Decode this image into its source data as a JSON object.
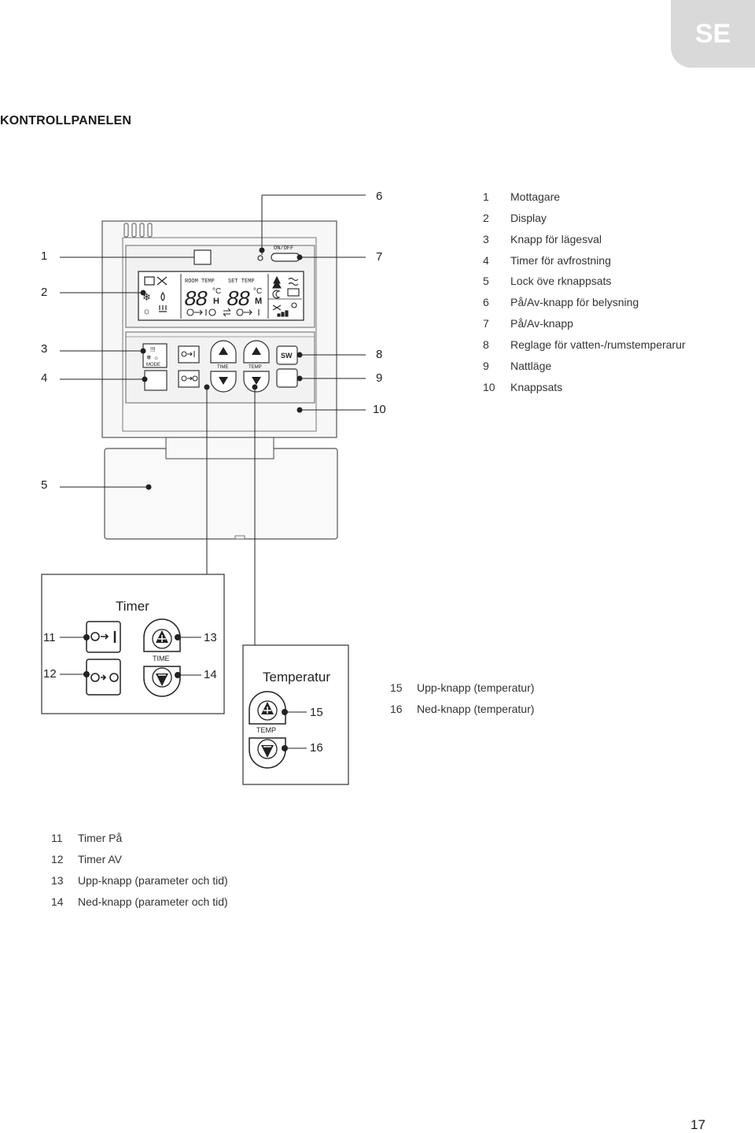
{
  "lang_tab": "SE",
  "title": "KONTROLLPANELEN",
  "page_number": "17",
  "device": {
    "lcd": {
      "room_temp": "ROOM TEMP",
      "set_temp": "SET TEMP",
      "digits_room": "88",
      "digits_set": "88",
      "unit": "°C",
      "h": "H",
      "m": "M"
    },
    "onoff_label": "ON/OFF",
    "mode_label": "MODE",
    "time_label": "TIME",
    "temp_label": "TEMP",
    "sw_label": "SW"
  },
  "callouts_left": [
    "1",
    "2",
    "3",
    "4",
    "5"
  ],
  "callouts_right": [
    "6",
    "7",
    "8",
    "9",
    "10"
  ],
  "legend_main": [
    {
      "num": "1",
      "text": "Mottagare"
    },
    {
      "num": "2",
      "text": "Display"
    },
    {
      "num": "3",
      "text": "Knapp för lägesval"
    },
    {
      "num": "4",
      "text": "Timer för avfrostning"
    },
    {
      "num": "5",
      "text": "Lock öve rknappsats"
    },
    {
      "num": "6",
      "text": "På/Av-knapp för belysning"
    },
    {
      "num": "7",
      "text": "På/Av-knapp"
    },
    {
      "num": "8",
      "text": "Reglage för vatten-/rumstemperarur"
    },
    {
      "num": "9",
      "text": "Nattläge"
    },
    {
      "num": "10",
      "text": "Knappsats"
    }
  ],
  "timer_box": {
    "title": "Timer",
    "time_label": "TIME",
    "callouts": [
      "11",
      "12",
      "13",
      "14"
    ]
  },
  "temp_box": {
    "title": "Temperatur",
    "temp_label": "TEMP",
    "callouts": [
      "15",
      "16"
    ]
  },
  "legend_temp": [
    {
      "num": "15",
      "text": "Upp-knapp (temperatur)"
    },
    {
      "num": "16",
      "text": "Ned-knapp (temperatur)"
    }
  ],
  "legend_timer": [
    {
      "num": "11",
      "text": "Timer På"
    },
    {
      "num": "12",
      "text": "Timer AV"
    },
    {
      "num": "13",
      "text": "Upp-knapp (parameter och tid)"
    },
    {
      "num": "14",
      "text": "Ned-knapp (parameter och tid)"
    }
  ]
}
